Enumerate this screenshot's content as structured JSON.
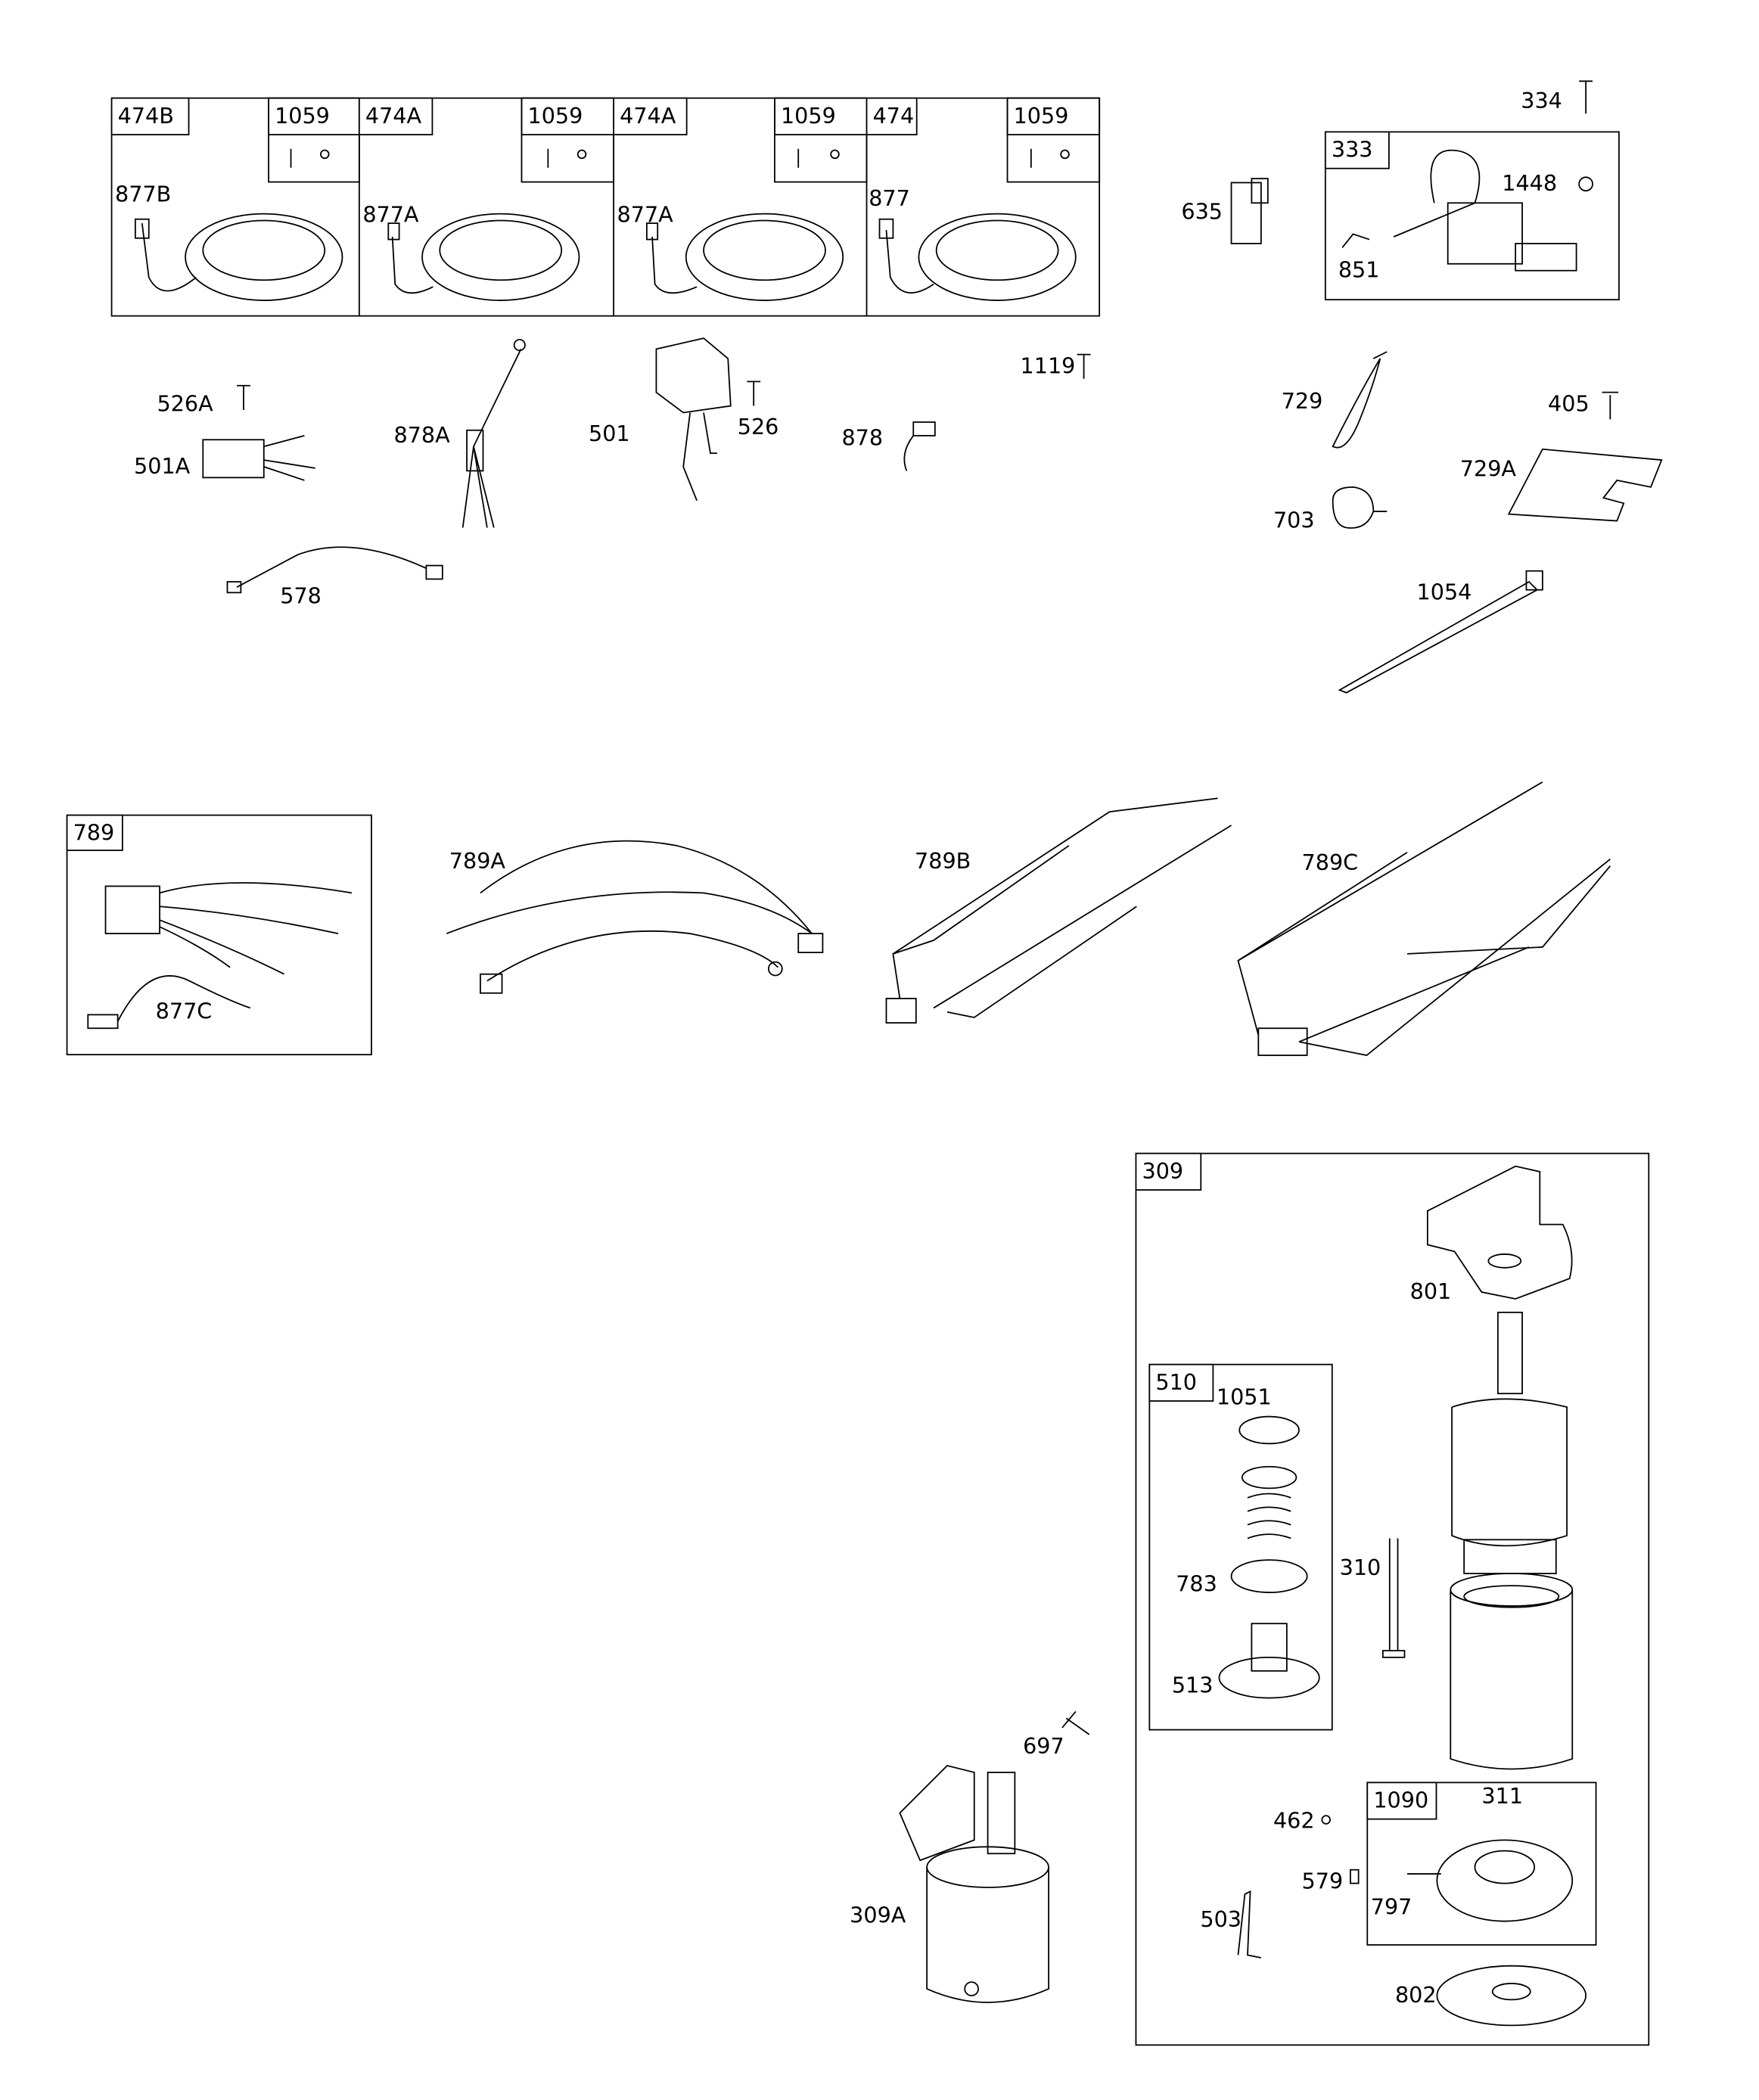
{
  "stator_group": {
    "panels": [
      {
        "header": "474B",
        "hardware": "1059",
        "callout": "877B"
      },
      {
        "header": "474A",
        "hardware": "1059",
        "callout": "877A"
      },
      {
        "header": "474A",
        "hardware": "1059",
        "callout": "877A"
      },
      {
        "header": "474",
        "hardware": "1059",
        "callout": "877"
      }
    ]
  },
  "ignition": {
    "screw": "334",
    "header": "333",
    "washer": "1448",
    "clip": "851",
    "spark_cap": "635"
  },
  "loose_parts": {
    "p1119": "1119",
    "p526A": "526A",
    "p501A": "501A",
    "p878A": "878A",
    "p501": "501",
    "p526": "526",
    "p878": "878",
    "p578": "578",
    "p729": "729",
    "p405": "405",
    "p729A": "729A",
    "p703": "703",
    "p1054": "1054"
  },
  "harness": {
    "header": "789",
    "sub": "877C",
    "h789A": "789A",
    "h789B": "789B",
    "h789C": "789C"
  },
  "starter": {
    "header": "309",
    "p801": "801",
    "drive": {
      "header": "510",
      "p1051": "1051",
      "p783": "783",
      "p513": "513"
    },
    "p310": "310",
    "brush": {
      "header": "1090",
      "p311": "311",
      "p797": "797"
    },
    "p462": "462",
    "p579": "579",
    "p503": "503",
    "p802": "802",
    "p697": "697",
    "p309A": "309A"
  }
}
